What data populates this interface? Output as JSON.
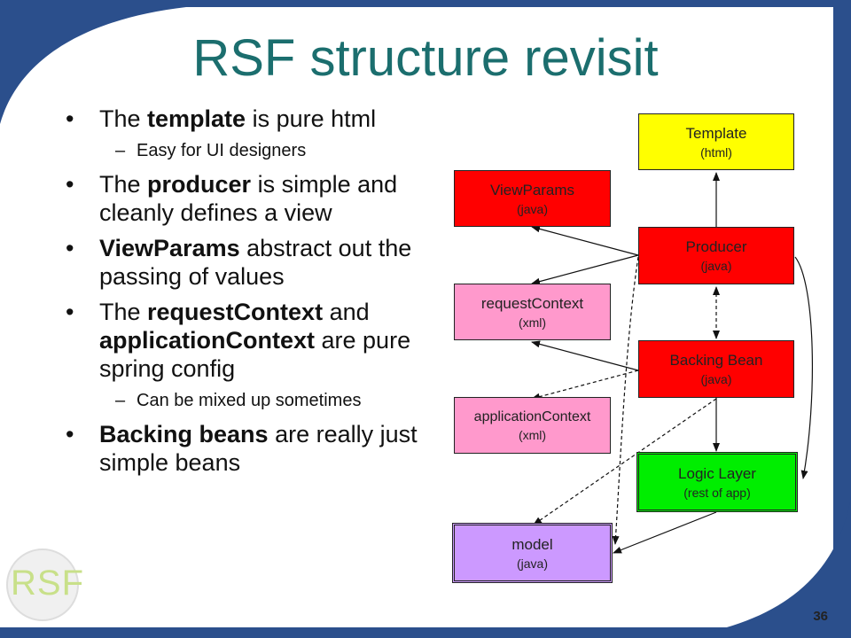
{
  "slide": {
    "title": "RSF structure revisit",
    "page_number": "36",
    "logo_text": "RSF"
  },
  "bullets": {
    "b1": {
      "pre": "The ",
      "bold": "template",
      "post": " is pure html"
    },
    "b1_sub": "Easy for UI designers",
    "b2": {
      "pre": "The ",
      "bold": "producer",
      "post": " is simple and cleanly defines a view"
    },
    "b3": {
      "bold": "ViewParams",
      "post": " abstract out the passing of values"
    },
    "b4": {
      "pre": "The ",
      "bold1": "requestContext",
      "mid": " and ",
      "bold2": "applicationContext",
      "post": " are pure spring config"
    },
    "b4_sub": "Can be mixed up sometimes",
    "b5": {
      "bold": "Backing beans",
      "post": " are really just simple beans"
    }
  },
  "diagram": {
    "template": {
      "name": "Template",
      "type": "(html)",
      "color": "#ffff00"
    },
    "producer": {
      "name": "Producer",
      "type": "(java)",
      "color": "#ff0000"
    },
    "backing_bean": {
      "name": "Backing Bean",
      "type": "(java)",
      "color": "#ff0000"
    },
    "logic_layer": {
      "name": "Logic Layer",
      "type": "(rest of app)",
      "color": "#00ee00"
    },
    "view_params": {
      "name": "ViewParams",
      "type": "(java)",
      "color": "#ff0000"
    },
    "request_context": {
      "name": "requestContext",
      "type": "(xml)",
      "color": "#ff99cc"
    },
    "application_context": {
      "name": "applicationContext",
      "type": "(xml)",
      "color": "#ff99cc"
    },
    "model": {
      "name": "model",
      "type": "(java)",
      "color": "#cc99ff"
    }
  }
}
